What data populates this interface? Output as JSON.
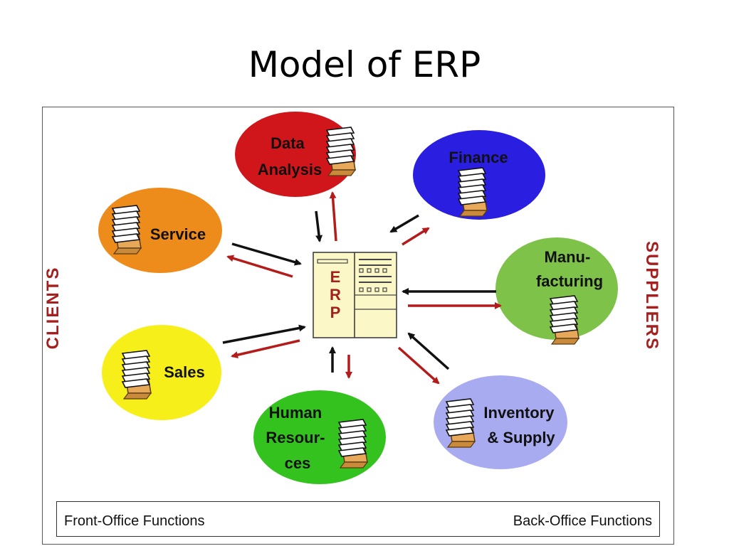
{
  "title": "Model of ERP",
  "center": {
    "lines": [
      "E",
      "R",
      "P"
    ]
  },
  "modules": [
    {
      "id": "data-analysis",
      "lines": [
        "Data",
        "Analysis"
      ],
      "color": "#d0161a"
    },
    {
      "id": "finance",
      "lines": [
        "Finance"
      ],
      "color": "#2a1ee0"
    },
    {
      "id": "service",
      "lines": [
        "Service"
      ],
      "color": "#ee8c1b"
    },
    {
      "id": "manufacturing",
      "lines": [
        "Manu-",
        "facturing"
      ],
      "color": "#7fc24a"
    },
    {
      "id": "sales",
      "lines": [
        "Sales"
      ],
      "color": "#f7ef1a"
    },
    {
      "id": "human-resources",
      "lines": [
        "Human",
        "Resour-",
        "ces"
      ],
      "color": "#34c21f"
    },
    {
      "id": "inventory",
      "lines": [
        "Inventory",
        "& Supply"
      ],
      "color": "#a9abf1"
    }
  ],
  "sides": {
    "left": "CLIENTS",
    "right": "SUPPLIERS"
  },
  "footer": {
    "front": "Front-Office Functions",
    "back": "Back-Office Functions"
  },
  "colors": {
    "arrow_black": "#111111",
    "arrow_red": "#b41c1c",
    "erp_box": "#fbf7c6"
  },
  "icons": [
    "paper-stack-icon"
  ]
}
